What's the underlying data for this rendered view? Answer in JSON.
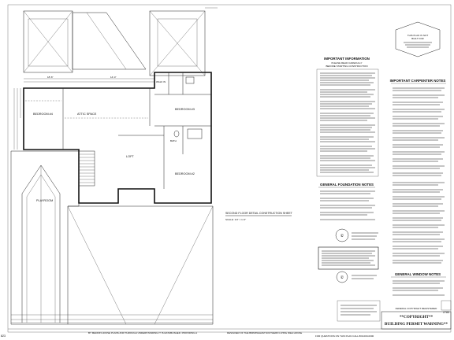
{
  "plan": {
    "sheet_title": "SECOND FLOOR DETAIL CONSTRUCTION SHEET",
    "sheet_scale": "SCALE: 1/4\" = 1'-0\"",
    "rooms": {
      "attic_space": "ATTIC SPACE",
      "bedroom_left": "BEDROOM #4",
      "bedroom_center": "BEDROOM #3",
      "bedroom_right": "BEDROOM #2",
      "loft": "LOFT",
      "playroom": "PLAYROOM",
      "walk_in": "WALK IN",
      "bath": "BATH"
    },
    "left_edge_number": "823"
  },
  "notes": {
    "important_info_title": "IMPORTANT INFORMATION",
    "important_info_sub1": "PLEASE READ CAREFULLY",
    "important_info_sub2": "BEFORE STARTING CONSTRUCTION",
    "carpenter_title": "IMPORTANT CARPENTER NOTES",
    "foundation_title": "GENERAL FOUNDATION NOTES",
    "window_title": "GENERAL WINDOW NOTES",
    "stamp_lines": [
      "THIS PLAN IS NOT",
      "BUILT FOR"
    ]
  },
  "title_block": {
    "federal_notice": "FEDERAL COPYRIGHT REGISTERED",
    "copyright": "**COPYRIGHT**",
    "permit_warning": "BUILDING PERMIT WARNING**",
    "sheet_number": "2785",
    "questions": "FOR QUESTIONS ON THIS PLAN CALL 800-000-0000",
    "designer": "DESIGNER OF THE BIRMINGHAM SOUTHERN LIVING IDEA HOUSE"
  },
  "footer": {
    "bottom_note": "BY MEDDIN HOUSE PLANS AND THROUGH UNDERSTANDING IT IS ESTABLISHED. PROVIDING A"
  }
}
